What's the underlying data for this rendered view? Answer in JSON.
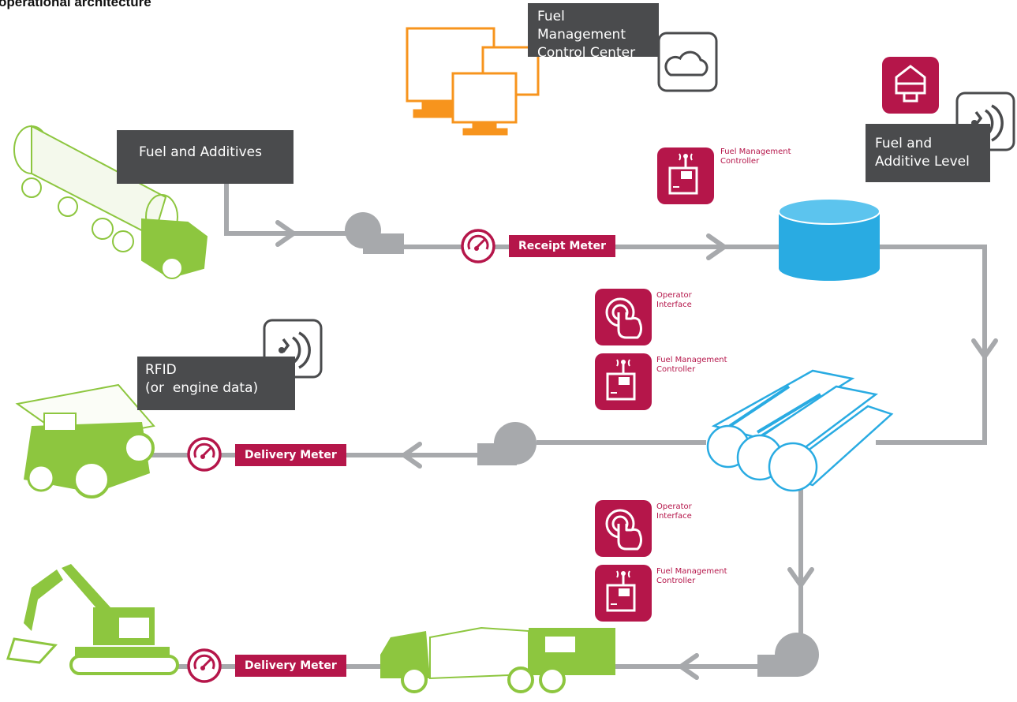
{
  "title": "operational architecture",
  "labels": {
    "control_center": [
      "Fuel Management",
      "Control Center"
    ],
    "fuel_additives": "Fuel and Additives",
    "fuel_additive_level": [
      "Fuel and",
      "Additive Level"
    ],
    "rfid": [
      "RFID",
      "(or  engine data)"
    ],
    "receipt_meter": "Receipt Meter",
    "delivery_meter_1": "Delivery Meter",
    "delivery_meter_2": "Delivery Meter",
    "fmc_top": [
      "Fuel Management",
      "Controller"
    ],
    "op_interface_1": [
      "Operator",
      "Interface"
    ],
    "fmc_mid": [
      "Fuel Management",
      "Controller"
    ],
    "op_interface_2": [
      "Operator",
      "Interface"
    ],
    "fmc_bottom": [
      "Fuel Management",
      "Controller"
    ]
  },
  "colors": {
    "crimson": "#b5164a",
    "dark_gray": "#4a4b4d",
    "pipe_gray": "#a7a9ac",
    "lime": "#8dc63f",
    "orange": "#f7941d",
    "cyan": "#29abe2"
  },
  "icons": [
    "cloud-icon",
    "rfid-signal-icon",
    "fuel-level-sensor-icon",
    "controller-icon",
    "operator-touch-icon",
    "meter-gauge-icon",
    "pump-icon",
    "storage-tank-icon",
    "monitor-icon",
    "tanker-truck-icon",
    "haul-truck-icon",
    "excavator-icon",
    "fuel-lube-truck-icon"
  ]
}
